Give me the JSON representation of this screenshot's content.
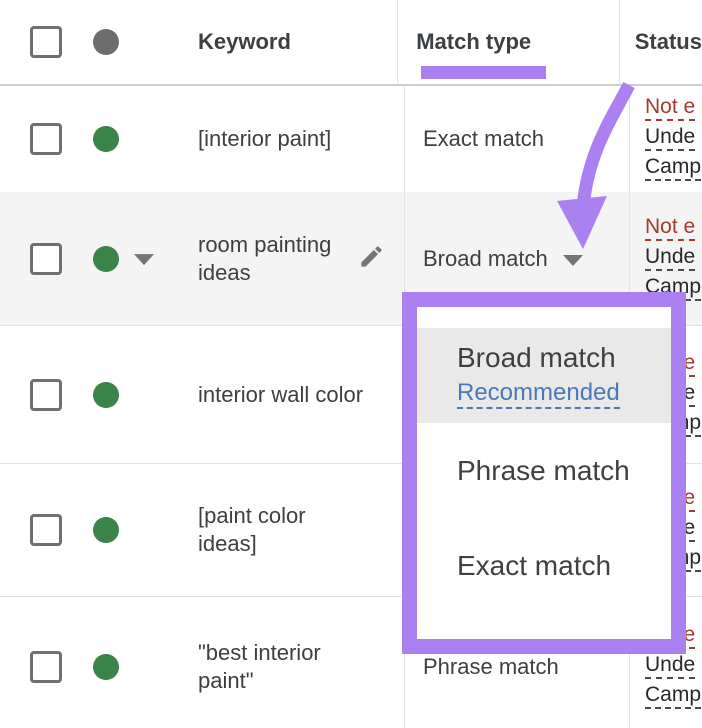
{
  "colors": {
    "accent_purple": "#ab80f0",
    "green_dot": "#3a8349",
    "gray_dot": "#6d6d6d",
    "red_status": "#a43b2e",
    "blue_link": "#4b79b8"
  },
  "header": {
    "keyword_label": "Keyword",
    "match_type_label": "Match type",
    "status_label": "Status"
  },
  "rows": [
    {
      "keyword": "[interior paint]",
      "match_type": "Exact match",
      "status_lines": [
        "Not e",
        "Unde",
        "Camp"
      ]
    },
    {
      "keyword": "room painting ideas",
      "match_type": "Broad match",
      "status_lines": [
        "Not e",
        "Unde",
        "Camp"
      ]
    },
    {
      "keyword": "interior wall color",
      "match_type": "",
      "status_lines": [
        "Not e",
        "Unde",
        "Camp"
      ]
    },
    {
      "keyword": "[paint color ideas]",
      "match_type": "",
      "status_lines": [
        "Not e",
        "Unde",
        "Camp"
      ]
    },
    {
      "keyword": "\"best interior paint\"",
      "match_type": "Phrase match",
      "status_lines": [
        "Not e",
        "Unde",
        "Camp"
      ]
    }
  ],
  "dropdown": {
    "items": [
      {
        "label": "Broad match",
        "sublabel": "Recommended"
      },
      {
        "label": "Phrase match",
        "sublabel": ""
      },
      {
        "label": "Exact match",
        "sublabel": ""
      }
    ]
  }
}
